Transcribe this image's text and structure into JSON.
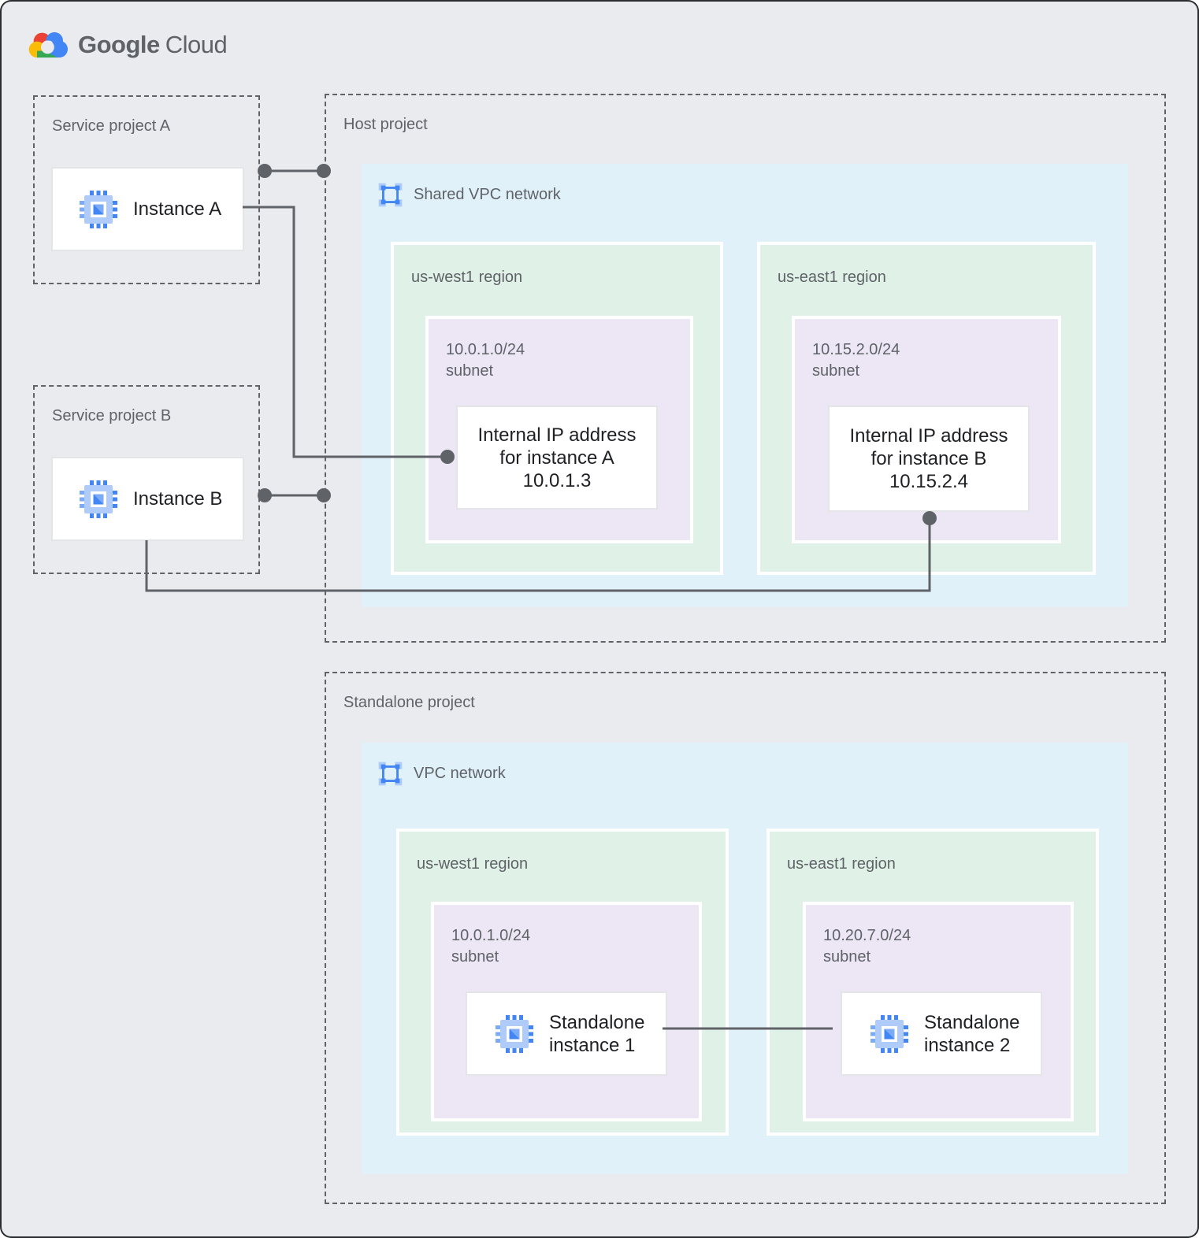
{
  "logo": {
    "brand": "Google",
    "product": "Cloud",
    "icon": "google-cloud-logo"
  },
  "colors": {
    "background": "#E9EBEE",
    "vpc_box": "#E1F1F9",
    "region_box": "#E0F1E8",
    "subnet_box": "#ECE6F5",
    "dashed_border": "#5F6368",
    "label_text": "#5F6368",
    "card_text": "#202124",
    "connector": "#5F6368",
    "icon_blue_dark": "#4285F4",
    "icon_blue_light": "#AECBFA"
  },
  "icons": {
    "instance": "compute-instance-icon",
    "network": "vpc-network-icon"
  },
  "service_project_a": {
    "label": "Service project A",
    "instance_label": "Instance A"
  },
  "service_project_b": {
    "label": "Service project B",
    "instance_label": "Instance B"
  },
  "host_project": {
    "label": "Host project",
    "network_label": "Shared VPC network",
    "regions": [
      {
        "label": "us-west1 region",
        "subnet_cidr": "10.0.1.0/24",
        "subnet_word": "subnet",
        "card_lines": [
          "Internal IP address",
          "for instance A",
          "10.0.1.3"
        ]
      },
      {
        "label": "us-east1 region",
        "subnet_cidr": "10.15.2.0/24",
        "subnet_word": "subnet",
        "card_lines": [
          "Internal IP address",
          "for instance B",
          "10.15.2.4"
        ]
      }
    ]
  },
  "standalone_project": {
    "label": "Standalone project",
    "network_label": "VPC network",
    "regions": [
      {
        "label": "us-west1 region",
        "subnet_cidr": "10.0.1.0/24",
        "subnet_word": "subnet",
        "card_lines": [
          "Standalone",
          "instance 1"
        ]
      },
      {
        "label": "us-east1 region",
        "subnet_cidr": "10.20.7.0/24",
        "subnet_word": "subnet",
        "card_lines": [
          "Standalone",
          "instance 2"
        ]
      }
    ]
  }
}
